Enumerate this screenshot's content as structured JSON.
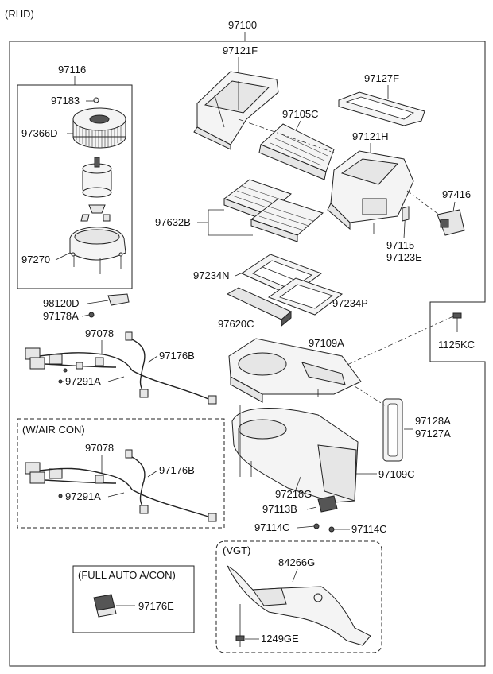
{
  "header": {
    "variant": "(RHD)",
    "assembly": "97100"
  },
  "groups": {
    "blower_kit": "97116",
    "with_aircon": "(W/AIR CON)",
    "full_auto": "(FULL AUTO A/CON)",
    "vgt": "(VGT)"
  },
  "parts": {
    "p97183": "97183",
    "p97366d": "97366D",
    "p97270": "97270",
    "p98120d": "98120D",
    "p97178a": "97178A",
    "p97078_a": "97078",
    "p97291a_a": "97291A",
    "p97176b_a": "97176B",
    "p97078_b": "97078",
    "p97291a_b": "97291A",
    "p97176b_b": "97176B",
    "p97176e": "97176E",
    "p97121f": "97121F",
    "p97127f": "97127F",
    "p97105c": "97105C",
    "p97121h": "97121H",
    "p97416": "97416",
    "p97632b": "97632B",
    "p97115": "97115",
    "p97123e": "97123E",
    "p97234n": "97234N",
    "p97234p": "97234P",
    "p97620c": "97620C",
    "p97109a": "97109A",
    "p1125kc": "1125KC",
    "p97128a": "97128A",
    "p97127a": "97127A",
    "p97218g": "97218G",
    "p97109c": "97109C",
    "p97113b": "97113B",
    "p97114c_a": "97114C",
    "p97114c_b": "97114C",
    "p84266g": "84266G",
    "p1249ge": "1249GE"
  }
}
